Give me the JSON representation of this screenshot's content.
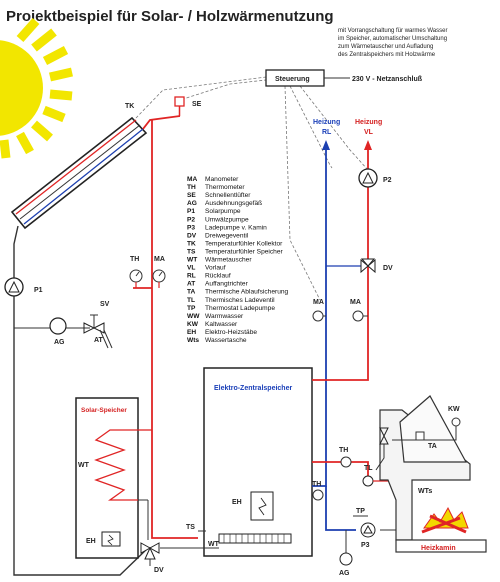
{
  "title": "Projektbeispiel für Solar- / Holzwärmenutzung",
  "note": {
    "line1": "mit Vorrangschaltung für warmes Wasser",
    "line2": "im Speicher, automatischer Umschaltung",
    "line3": "zum Wärmetauscher und Aufladung",
    "line4": "des Zentralspeichers mit Holzwärme"
  },
  "control": {
    "label": "Steuerung",
    "power": "230 V - Netzanschluß"
  },
  "labels": {
    "tk": "TK",
    "se": "SE",
    "p1": "P1",
    "p2": "P2",
    "p3": "P3",
    "th": "TH",
    "ma": "MA",
    "sv": "SV",
    "ag": "AG",
    "at": "AT",
    "dv": "DV",
    "wt": "WT",
    "eh": "EH",
    "ts": "TS",
    "tp": "TP",
    "tl": "TL",
    "ta": "TA",
    "kw": "KW",
    "wts": "WTs"
  },
  "heating": {
    "rl_line1": "Heizung",
    "rl_line2": "RL",
    "vl_line1": "Heizung",
    "vl_line2": "VL"
  },
  "tanks": {
    "solar": "Solar-Speicher",
    "central": "Elektro-Zentralspeicher",
    "stove": "Heizkamin"
  },
  "legend": [
    {
      "abbr": "MA",
      "desc": "Manometer"
    },
    {
      "abbr": "TH",
      "desc": "Thermometer"
    },
    {
      "abbr": "SE",
      "desc": "Schnellentlüfter"
    },
    {
      "abbr": "AG",
      "desc": "Ausdehnungsgefäß"
    },
    {
      "abbr": "P1",
      "desc": "Solarpumpe"
    },
    {
      "abbr": "P2",
      "desc": "Umwälzpumpe"
    },
    {
      "abbr": "P3",
      "desc": "Ladepumpe v. Kamin"
    },
    {
      "abbr": "DV",
      "desc": "Dreiwegeventil"
    },
    {
      "abbr": "TK",
      "desc": "Temperaturfühler Kollektor"
    },
    {
      "abbr": "TS",
      "desc": "Temperaturfühler Speicher"
    },
    {
      "abbr": "WT",
      "desc": "Wärmetauscher"
    },
    {
      "abbr": "VL",
      "desc": "Vorlauf"
    },
    {
      "abbr": "RL",
      "desc": "Rücklauf"
    },
    {
      "abbr": "AT",
      "desc": "Auffangtrichter"
    },
    {
      "abbr": "TA",
      "desc": "Thermische Ablaufsicherung"
    },
    {
      "abbr": "TL",
      "desc": "Thermisches Ladeventil"
    },
    {
      "abbr": "TP",
      "desc": "Thermostat Ladepumpe"
    },
    {
      "abbr": "WW",
      "desc": "Warmwasser"
    },
    {
      "abbr": "KW",
      "desc": "Kaltwasser"
    },
    {
      "abbr": "EH",
      "desc": "Elektro-Heizstäbe"
    },
    {
      "abbr": "Wts",
      "desc": "Wassertasche"
    }
  ],
  "colors": {
    "supply": "#e02525",
    "return": "#1c3fb0",
    "sun": "#f2e600"
  }
}
